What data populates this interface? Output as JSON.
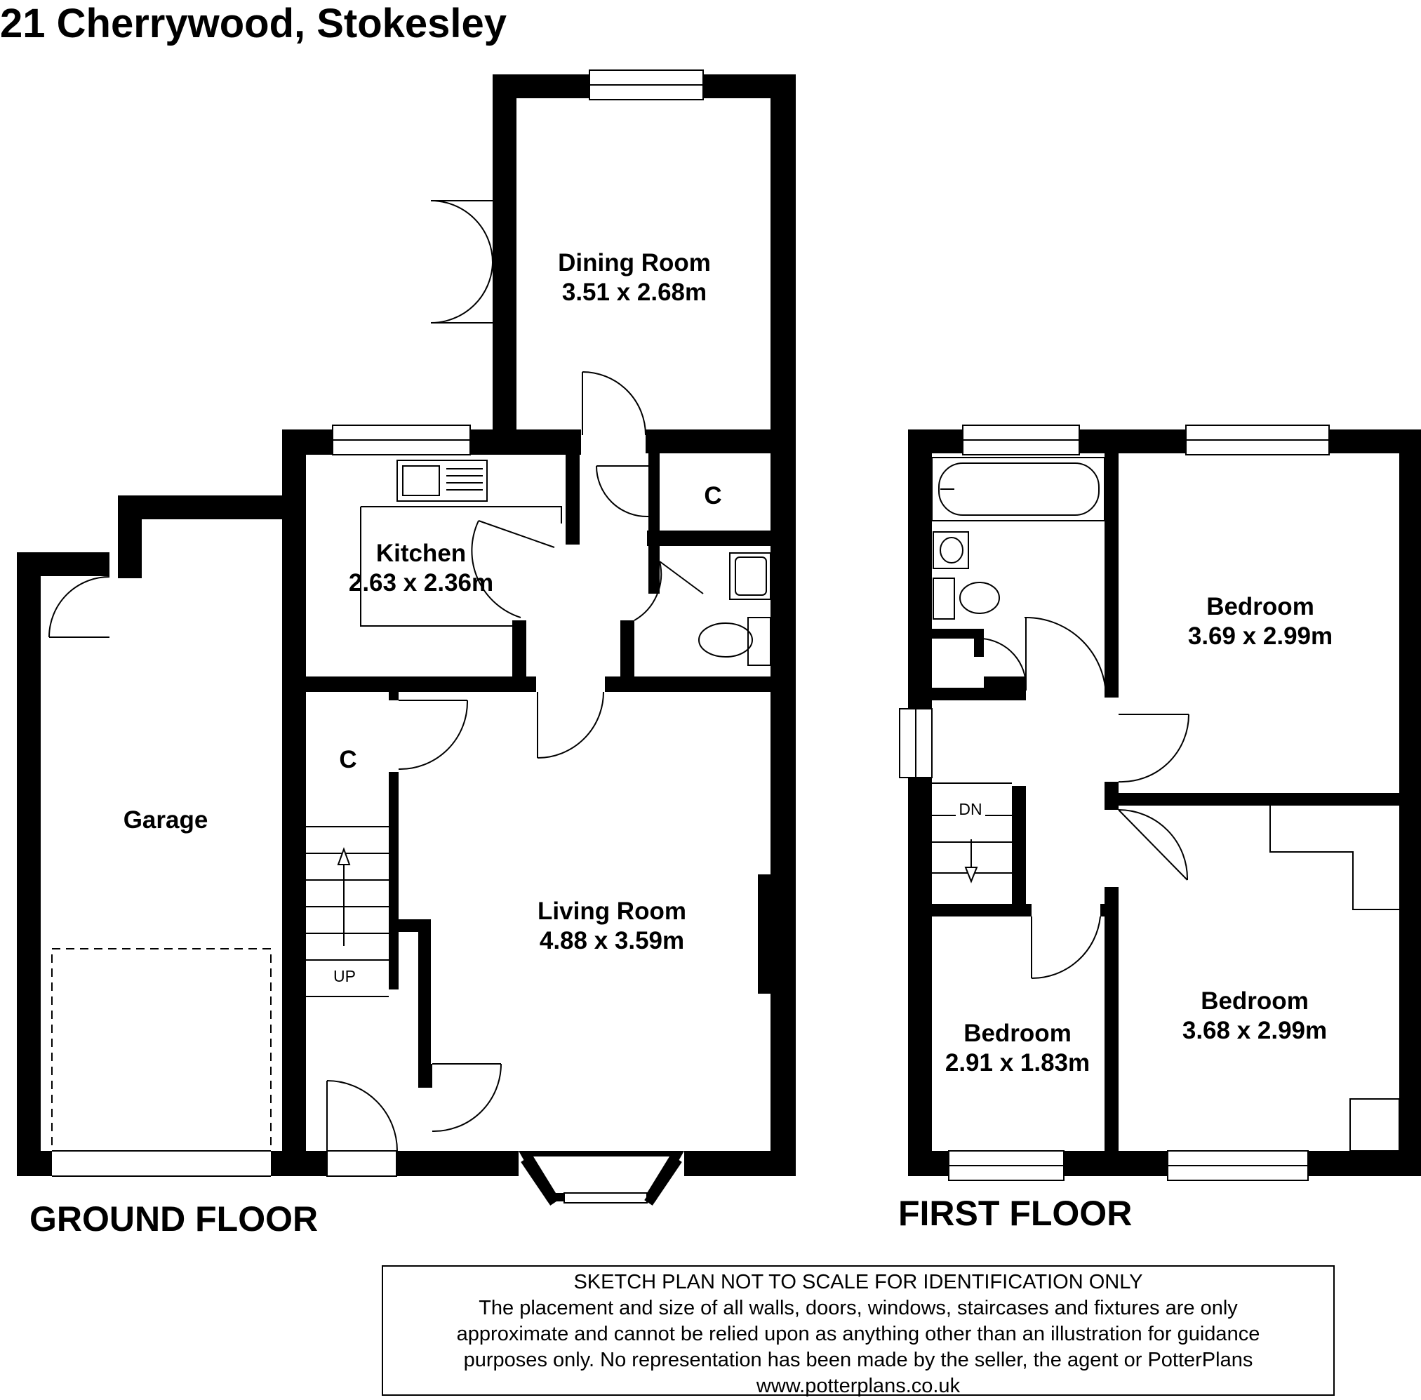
{
  "title": "21 Cherrywood, Stokesley",
  "floors": {
    "ground": "GROUND FLOOR",
    "first": "FIRST FLOOR"
  },
  "rooms": {
    "dining_name": "Dining Room",
    "dining_size": "3.51 x 2.68m",
    "kitchen_name": "Kitchen",
    "kitchen_size": "2.63 x 2.36m",
    "living_name": "Living Room",
    "living_size": "4.88 x 3.59m",
    "garage_name": "Garage",
    "cupboard_1": "C",
    "cupboard_2": "C",
    "stairs_up": "UP",
    "stairs_down": "DN",
    "bed1_name": "Bedroom",
    "bed1_size": "3.69 x 2.99m",
    "bed2_name": "Bedroom",
    "bed2_size": "3.68 x 2.99m",
    "bed3_name": "Bedroom",
    "bed3_size": "2.91 x 1.83m"
  },
  "disclaimer": {
    "line1": "SKETCH PLAN NOT TO SCALE FOR IDENTIFICATION ONLY",
    "line2": "The placement and size of all walls, doors, windows, staircases and fixtures are only",
    "line3": "approximate and cannot be relied upon as anything other than an illustration for guidance",
    "line4": "purposes only. No representation has been made by the seller, the agent or PotterPlans",
    "line5": "www.potterplans.co.uk"
  },
  "colors": {
    "wall": "#000000",
    "background": "#ffffff"
  }
}
